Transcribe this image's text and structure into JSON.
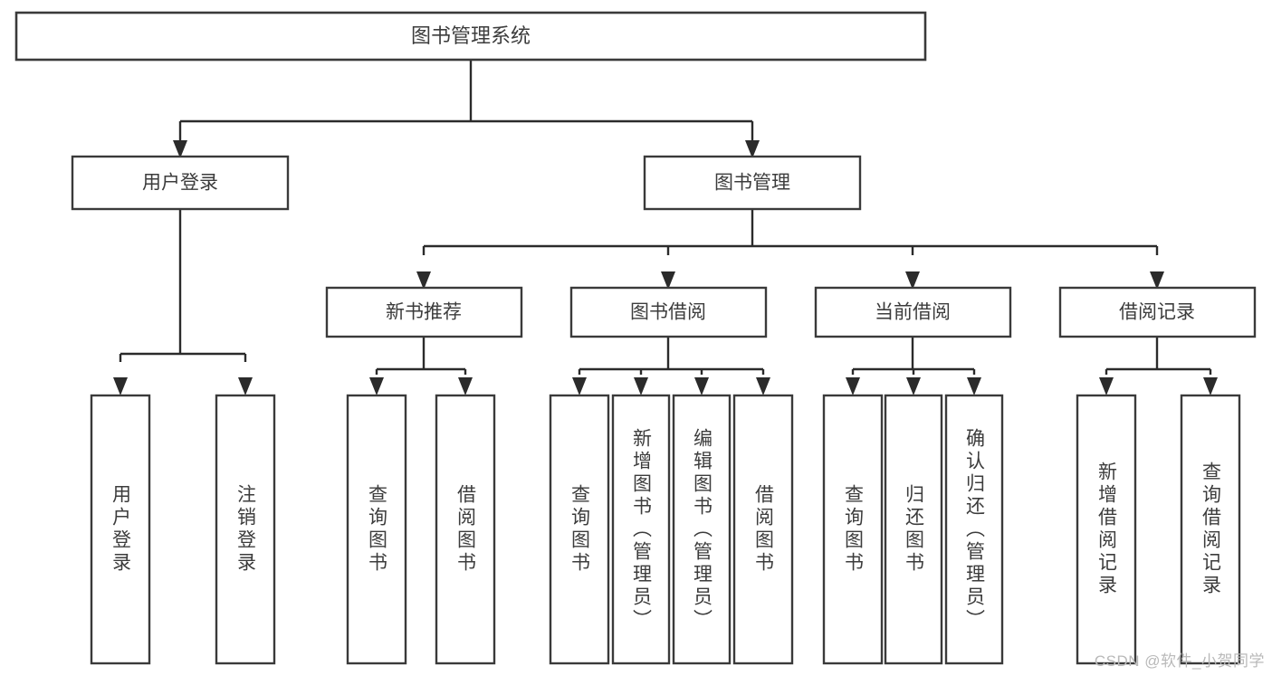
{
  "diagram": {
    "type": "hierarchy-tree",
    "title": "图书管理系统",
    "watermark": "CSDN @软件_小贺同学",
    "colors": {
      "box_stroke": "#3a3a3a",
      "connector": "#2b2b2b",
      "text": "#3c3c3c",
      "background": "#ffffff",
      "watermark": "#b9b9b9"
    },
    "levels": {
      "root": {
        "label": "图书管理系统"
      },
      "level2": [
        {
          "label": "用户登录"
        },
        {
          "label": "图书管理"
        }
      ],
      "level3": [
        {
          "label": "新书推荐"
        },
        {
          "label": "图书借阅"
        },
        {
          "label": "当前借阅"
        },
        {
          "label": "借阅记录"
        }
      ]
    },
    "nodes": {
      "root": "图书管理系统",
      "user_login": "用户登录",
      "book_manage": "图书管理",
      "new_book_rec": "新书推荐",
      "book_borrow": "图书借阅",
      "current_borrow": "当前借阅",
      "borrow_record": "借阅记录"
    },
    "leaves": {
      "user_login": [
        "用户登录",
        "注销登录"
      ],
      "new_book_rec": [
        "查询图书",
        "借阅图书"
      ],
      "book_borrow": [
        "查询图书",
        "新增图书（管理员）",
        "编辑图书（管理员）",
        "借阅图书"
      ],
      "current_borrow": [
        "查询图书",
        "归还图书",
        "确认归还（管理员）"
      ],
      "borrow_record": [
        "新增借阅记录",
        "查询借阅记录"
      ]
    },
    "leaf_list": [
      {
        "id": "leaf-user-login",
        "label": "用户登录"
      },
      {
        "id": "leaf-logout",
        "label": "注销登录"
      },
      {
        "id": "leaf-query-book-1",
        "label": "查询图书"
      },
      {
        "id": "leaf-borrow-book-1",
        "label": "借阅图书"
      },
      {
        "id": "leaf-query-book-2",
        "label": "查询图书"
      },
      {
        "id": "leaf-add-book",
        "label": "新增图书（管理员）"
      },
      {
        "id": "leaf-edit-book",
        "label": "编辑图书（管理员）"
      },
      {
        "id": "leaf-borrow-book-2",
        "label": "借阅图书"
      },
      {
        "id": "leaf-query-book-3",
        "label": "查询图书"
      },
      {
        "id": "leaf-return-book",
        "label": "归还图书"
      },
      {
        "id": "leaf-confirm-return",
        "label": "确认归还（管理员）"
      },
      {
        "id": "leaf-add-record",
        "label": "新增借阅记录"
      },
      {
        "id": "leaf-query-record",
        "label": "查询借阅记录"
      }
    ]
  }
}
